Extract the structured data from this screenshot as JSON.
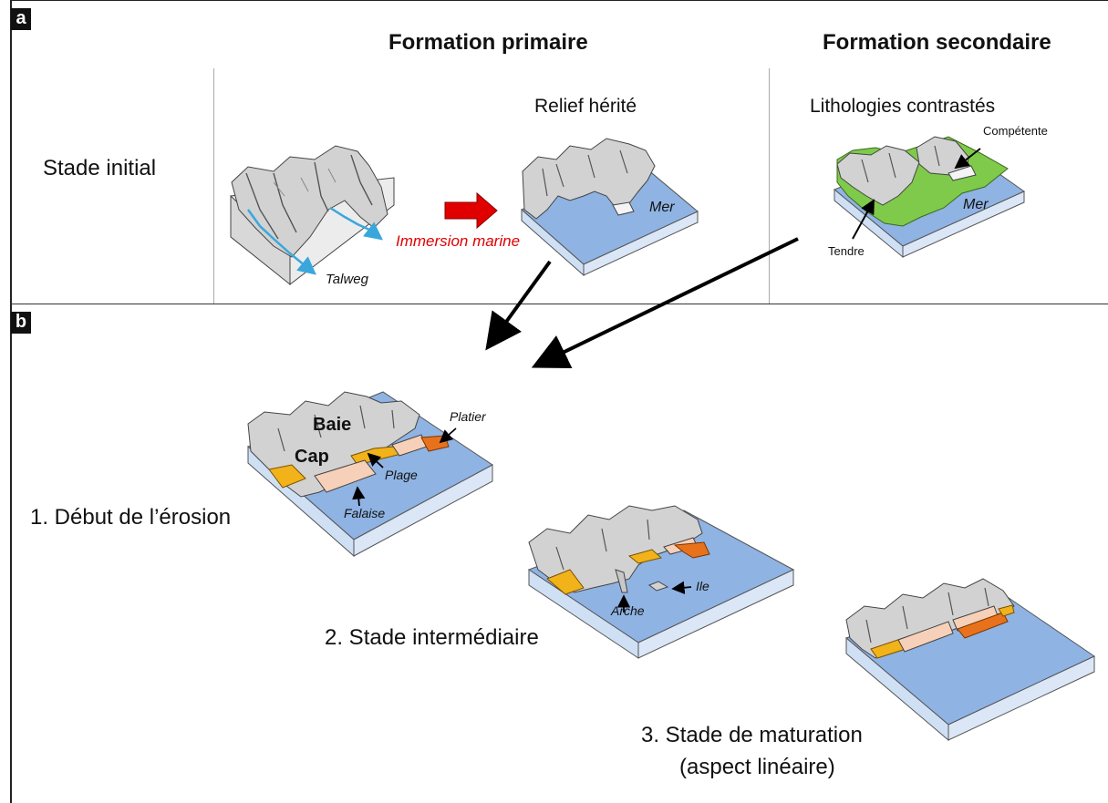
{
  "panels": {
    "a": "a",
    "b": "b"
  },
  "headers": {
    "primary": "Formation primaire",
    "secondary": "Formation secondaire"
  },
  "stage_initial": "Stade initial",
  "relief_herite": "Relief hérité",
  "lithologies": "Lithologies contrastés",
  "labels": {
    "competente": "Compétente",
    "tendre": "Tendre",
    "mer1": "Mer",
    "mer2": "Mer",
    "immersion": "Immersion marine",
    "talweg": "Talweg",
    "baie": "Baie",
    "cap": "Cap",
    "platier": "Platier",
    "plage": "Plage",
    "falaise": "Falaise",
    "arche": "Arche",
    "ile": "Ile"
  },
  "stages": {
    "s1": "1. Début de l’érosion",
    "s2": "2. Stade intermédiaire",
    "s3_line1": "3. Stade de maturation",
    "s3_line2": "(aspect linéaire)"
  },
  "colors": {
    "sea": "#8fb3e3",
    "sea_side": "#cfe0f5",
    "rock": "#d2d2d2",
    "green": "#7fca4b",
    "sand": "#f2b21a",
    "platform": "#e8721c",
    "cliff": "#f6d0b8",
    "talweg": "#3aa7dc",
    "arrow_red": "#e00000"
  }
}
